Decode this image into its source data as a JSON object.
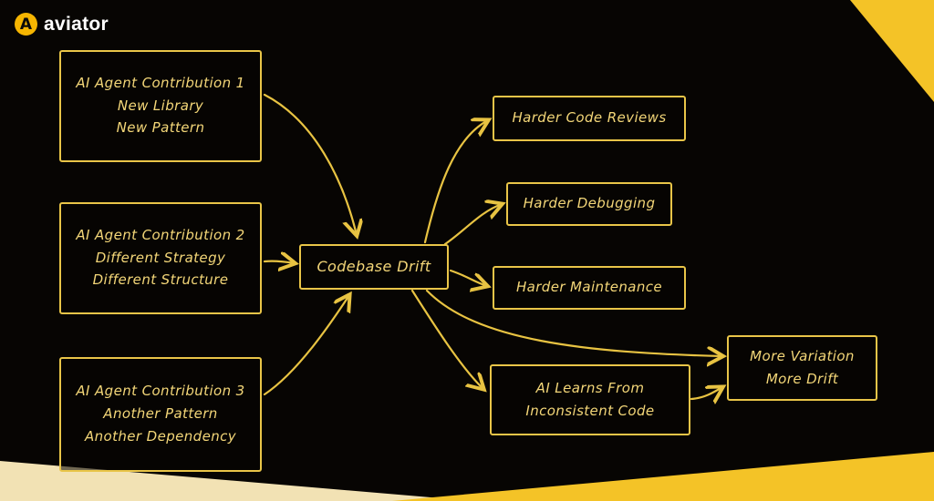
{
  "brand": {
    "logo_letter": "A",
    "name": "aviator"
  },
  "colors": {
    "background": "#070503",
    "accent_yellow": "#F4C327",
    "box_border": "#E9C548",
    "box_text": "#F3D678",
    "cream_wedge": "#F2E2B4",
    "brand_text": "#FFFFFF",
    "brand_badge": "#F5B501"
  },
  "diagram": {
    "nodes": {
      "contribution1": {
        "line1": "AI Agent Contribution 1",
        "line2": "New Library",
        "line3": "New Pattern"
      },
      "contribution2": {
        "line1": "AI Agent Contribution 2",
        "line2": "Different Strategy",
        "line3": "Different Structure"
      },
      "contribution3": {
        "line1": "AI Agent Contribution 3",
        "line2": "Another Pattern",
        "line3": "Another Dependency"
      },
      "codebase_drift": {
        "line1": "Codebase Drift"
      },
      "harder_code_reviews": {
        "line1": "Harder Code Reviews"
      },
      "harder_debugging": {
        "line1": "Harder Debugging"
      },
      "harder_maintenance": {
        "line1": "Harder Maintenance"
      },
      "ai_learns": {
        "line1": "AI Learns From",
        "line2": "Inconsistent Code"
      },
      "more_variation": {
        "line1": "More Variation",
        "line2": "More Drift"
      }
    },
    "edges": [
      {
        "from": "contribution1",
        "to": "codebase_drift"
      },
      {
        "from": "contribution2",
        "to": "codebase_drift"
      },
      {
        "from": "contribution3",
        "to": "codebase_drift"
      },
      {
        "from": "codebase_drift",
        "to": "harder_code_reviews"
      },
      {
        "from": "codebase_drift",
        "to": "harder_debugging"
      },
      {
        "from": "codebase_drift",
        "to": "harder_maintenance"
      },
      {
        "from": "codebase_drift",
        "to": "ai_learns"
      },
      {
        "from": "codebase_drift",
        "to": "more_variation"
      },
      {
        "from": "ai_learns",
        "to": "more_variation"
      }
    ]
  }
}
